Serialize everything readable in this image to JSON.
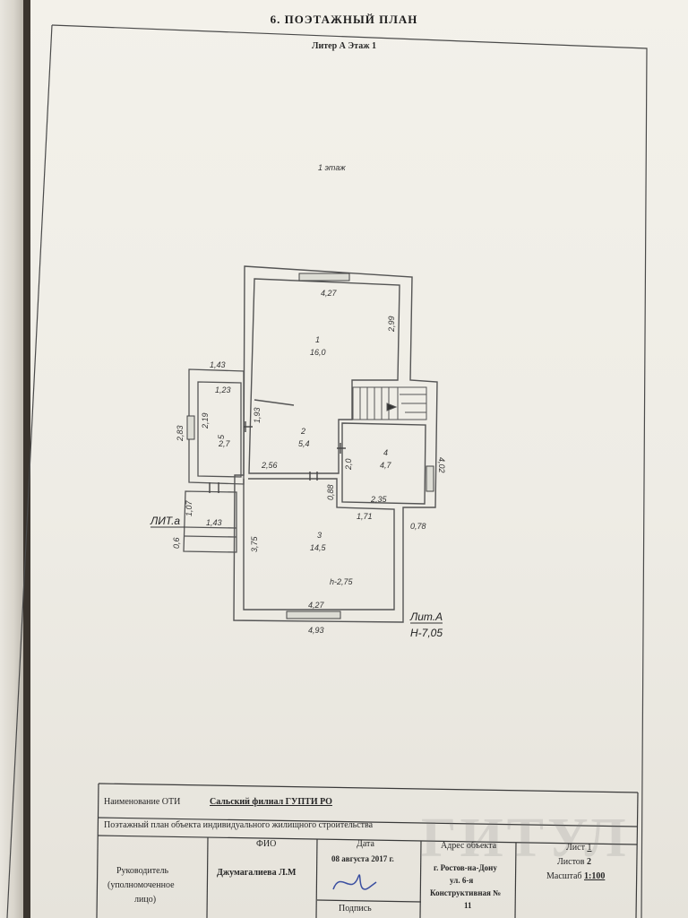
{
  "header": {
    "title": "6. ПОЭТАЖНЫЙ ПЛАН",
    "subtitle": "Литер А Этаж 1"
  },
  "plan": {
    "floor_label": "1 этаж",
    "rooms": [
      {
        "num": "1",
        "area": "16,0"
      },
      {
        "num": "2",
        "area": "5,4"
      },
      {
        "num": "3",
        "area": "14,5"
      },
      {
        "num": "4",
        "area": "4,7"
      },
      {
        "num": "5",
        "area": "2,7"
      }
    ],
    "dimensions": [
      "4,27",
      "2,99",
      "1,43",
      "1,23",
      "2,19",
      "2,83",
      "1,93",
      "2,56",
      "2,0",
      "0,88",
      "2,35",
      "4,02",
      "1,71",
      "0,78",
      "1,07",
      "1,43",
      "0,6",
      "3,75",
      "4,27",
      "4,93"
    ],
    "room3_height": "h-2,75",
    "lit_a_small": "ЛИТ.а",
    "lit_a": "Лит.А",
    "total_height": "Н-7,05"
  },
  "title_block": {
    "oti_label": "Наименование ОТИ",
    "oti_value": "Сальский филиал ГУПТИ РО",
    "doc_name": "Поэтажный план объекта индивидуального жилищного строительства",
    "fio_header": "ФИО",
    "date_header": "Дата",
    "address_header": "Адрес объекта",
    "role_line1": "Руководитель",
    "role_line2": "(уполномоченное",
    "role_line3": "лицо)",
    "fio_value": "Джумагалиева Л.М",
    "date_value": "08 августа 2017 г.",
    "signature_label": "Подпись",
    "address_line1": "г. Ростов-на-Дону",
    "address_line2": "ул. 6-я",
    "address_line3": "Конструктивная №",
    "address_line4": "11",
    "sheet_label": "Лист",
    "sheet_value": "1",
    "sheets_label": "Листов",
    "sheets_value": "2",
    "scale_label": "Масштаб",
    "scale_value": "1:100"
  },
  "watermark": "ГИТУЛ"
}
